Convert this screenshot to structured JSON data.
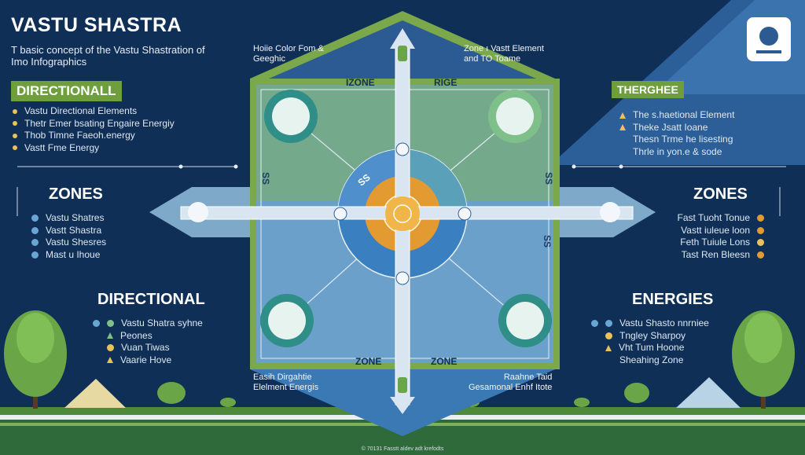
{
  "title": "VASTU SHASTRA",
  "subtitle_lines": [
    "T basic concept of the Vastu Shastration of",
    "Imo Infographics"
  ],
  "left": {
    "directional_box": "DIRECTIONALL",
    "directional_items": [
      "Vastu Directional Elements",
      "Thetr Emer bsating Engaire Energiy",
      "Thob Timne Faeoh.energy",
      "Vastt Fme Energy"
    ],
    "zones_heading": "ZONES",
    "zones_items": [
      "Vastu Shatres",
      "Vastt Shastra",
      "Vastu Shesres",
      "Mast u Ihoue"
    ],
    "directional_heading": "DIRECTIONAL",
    "directional2_items": [
      "Vastu Shatra syhne",
      "Peones",
      "Vuan Tiwas",
      "Vaarie Hove"
    ]
  },
  "right": {
    "box": "THERGHEE",
    "box_items": [
      "The s.haetional Element",
      "Theke Jsatt Ioane",
      "Thesn Trme he lisesting",
      "Thrle in yon.e & sode"
    ],
    "zones_heading": "ZONES",
    "zones_items": [
      "Fast Tuoht Tonue",
      "Vastt iuleue loon",
      "Feth Tuiule Lons",
      "Tast Ren Bleesn"
    ],
    "energies_heading": "ENERGIES",
    "energies_items": [
      "Vastu Shasto nnrniee",
      "Tngley Sharpoy",
      "Vht Tum Hoone",
      "Sheahing Zone"
    ]
  },
  "center": {
    "top_left_caption": [
      "Hoiie  Color Fom &",
      "Geeghic"
    ],
    "top_right_caption": [
      "Zone ı Vastt Element",
      "and TO Toame"
    ],
    "izone": "IZONE",
    "rige": "RIGE",
    "zone_bottom_left": "ZONE",
    "zone_bottom_right": "ZONE",
    "bottom_left_caption": [
      "Easih Dirgahtie",
      "Elelment Energis"
    ],
    "bottom_right_caption": [
      "Raahne Taid",
      "Gesamonal Enhf Itote"
    ],
    "rotated_labels": [
      "SS",
      "SS",
      "SS",
      "SS"
    ]
  },
  "footer": "© 70131 Fasstt aldev adt krefodts",
  "colors": {
    "background": "#0f2f57",
    "accent_green": "#6e9f3c",
    "orange": "#e39a31",
    "light_blue": "#6aa6d4",
    "teal": "#2f8e87"
  }
}
